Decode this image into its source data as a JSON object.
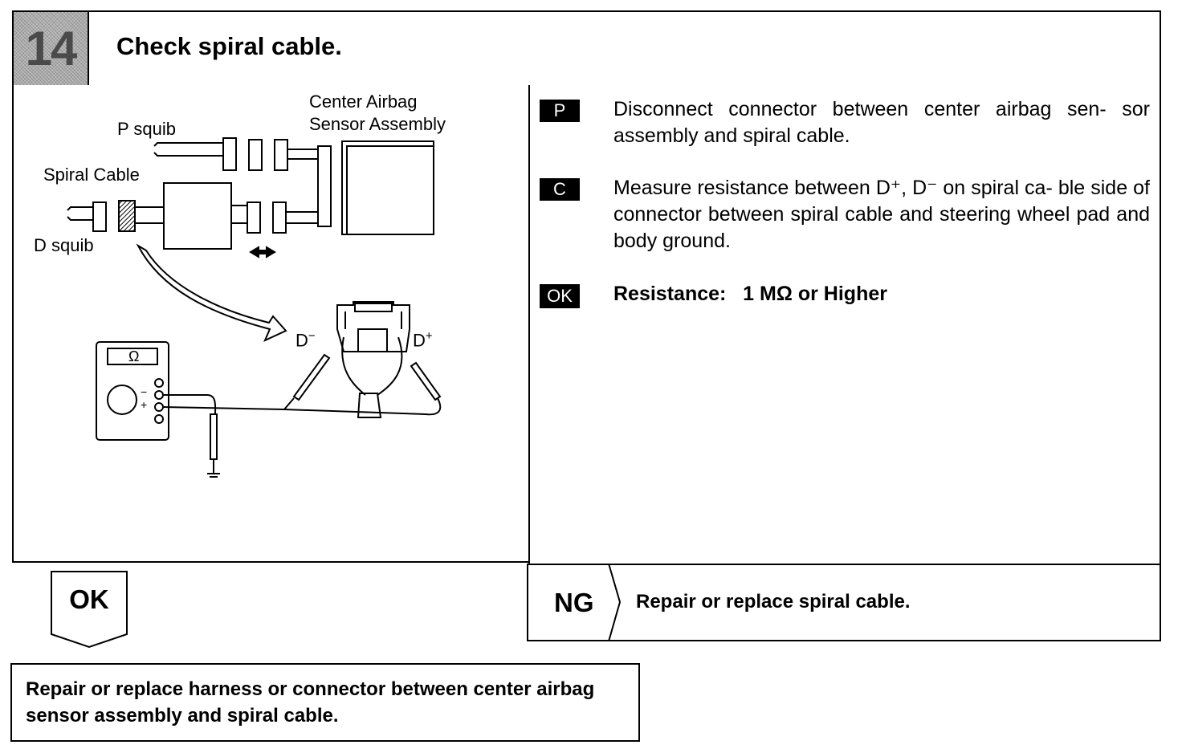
{
  "header": {
    "step_number": "14",
    "title": "Check spiral cable."
  },
  "diagram": {
    "label_center_airbag": "Center Airbag",
    "label_sensor_assembly": "Sensor Assembly",
    "label_p_squib": "P squib",
    "label_spiral_cable": "Spiral Cable",
    "label_d_squib": "D squib",
    "label_d_minus": "D",
    "label_d_minus_sup": "−",
    "label_d_plus": "D",
    "label_d_plus_sup": "+",
    "meter_symbol": "Ω",
    "meter_minus": "−",
    "meter_plus": "+"
  },
  "steps": [
    {
      "tag": "P",
      "text": "Disconnect connector between center airbag sen- sor assembly and spiral cable."
    },
    {
      "tag": "C",
      "text": "Measure resistance between D⁺, D⁻ on spiral ca- ble side of connector between spiral cable and steering wheel pad and body ground."
    },
    {
      "tag": "OK",
      "text": "Resistance:   1 MΩ or Higher"
    }
  ],
  "results": {
    "ok_label": "OK",
    "ng_label": "NG",
    "ng_action": "Repair or replace spiral cable.",
    "ok_action": "Repair or replace harness or connector between center airbag sensor assembly and spiral cable."
  }
}
